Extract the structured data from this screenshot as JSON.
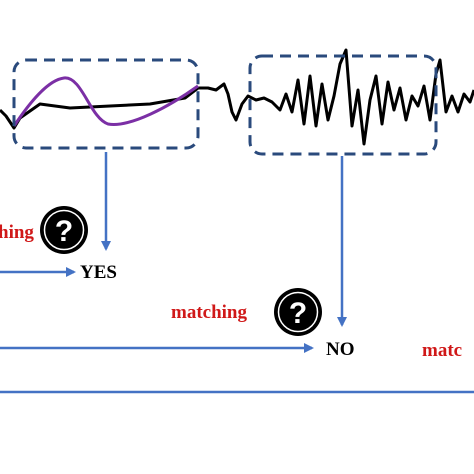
{
  "diagram": {
    "labels": {
      "matching_left_partial": "hing",
      "matching_center": "matching",
      "matching_right_partial": "matc",
      "yes": "YES",
      "no": "NO",
      "question_symbol": "?"
    },
    "colors": {
      "signal": "#000000",
      "template_curve": "#7b2fa5",
      "dashed_box": "#2a4a7c",
      "arrow": "#4472c4",
      "matching_text": "#d01818",
      "result_text": "#000000",
      "question_bg": "#000000",
      "question_fg": "#ffffff"
    }
  }
}
